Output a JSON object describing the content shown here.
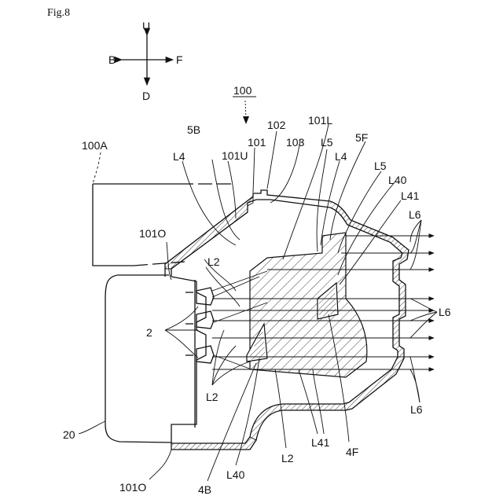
{
  "figure_label": "Fig.8",
  "directions": {
    "up": "U",
    "down": "D",
    "back": "B",
    "front": "F"
  },
  "labels": {
    "assembly": "100",
    "lamp_unit": "100A",
    "housing_part": "101",
    "housing_upper": "101U",
    "housing_lower_a": "101O",
    "housing_lower_b": "101O",
    "housing_left": "101L",
    "part_102": "102",
    "part_103": "103",
    "light_sources": "2",
    "vehicle_body": "20",
    "reflector_back": "5B",
    "reflector_front": "5F",
    "lens_back": "4B",
    "lens_front": "4F",
    "l2_top": "L2",
    "l2_mid": "L2",
    "l2_bottom": "L2",
    "l4_left": "L4",
    "l4_right": "L4",
    "l5_top": "L5",
    "l5_right": "L5",
    "l40_top": "L40",
    "l40_bottom": "L40",
    "l41_top": "L41",
    "l41_bottom": "L41",
    "l6_top": "L6",
    "l6_mid": "L6",
    "l6_bottom": "L6"
  }
}
